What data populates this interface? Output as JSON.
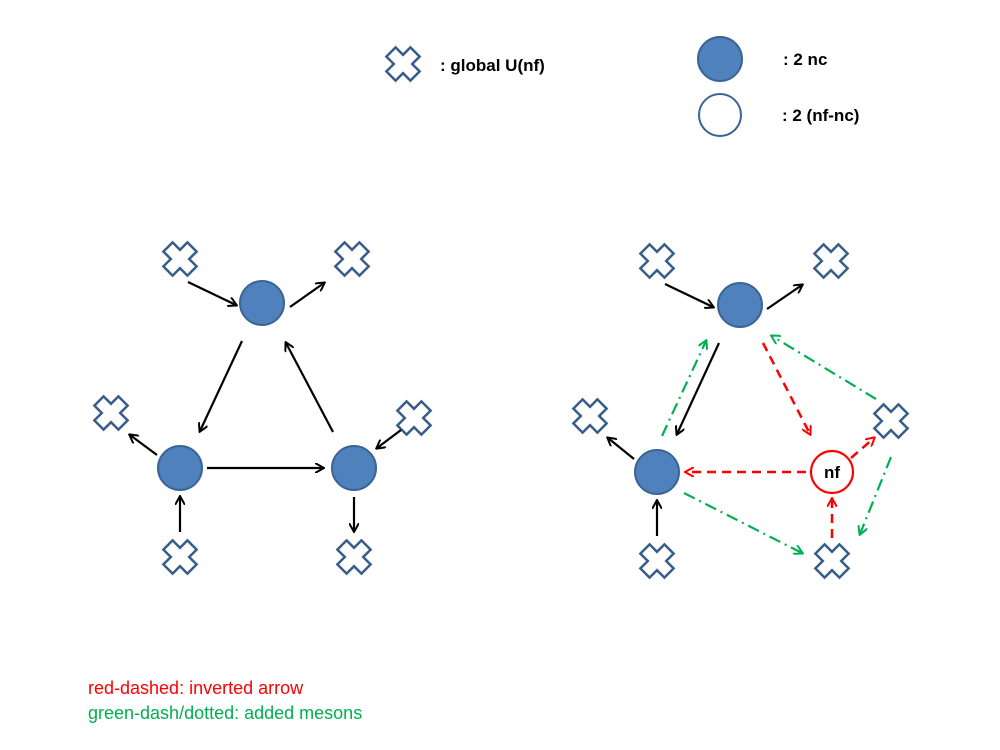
{
  "legend": {
    "flavor_label": ": global U(nf)",
    "filled_label": ":  2 nc",
    "open_label": ": 2  (nf-nc)"
  },
  "right_diagram": {
    "nf_label": "nf"
  },
  "notes": {
    "red": "red-dashed: inverted arrow",
    "green": "green-dash/dotted: added mesons"
  },
  "colors": {
    "node_fill": "#4f81bd",
    "node_stroke": "#3a6496",
    "flavor_stroke": "#385d8a",
    "arrow": "#000000",
    "inverted": "#ff0000",
    "meson": "#00b050"
  }
}
